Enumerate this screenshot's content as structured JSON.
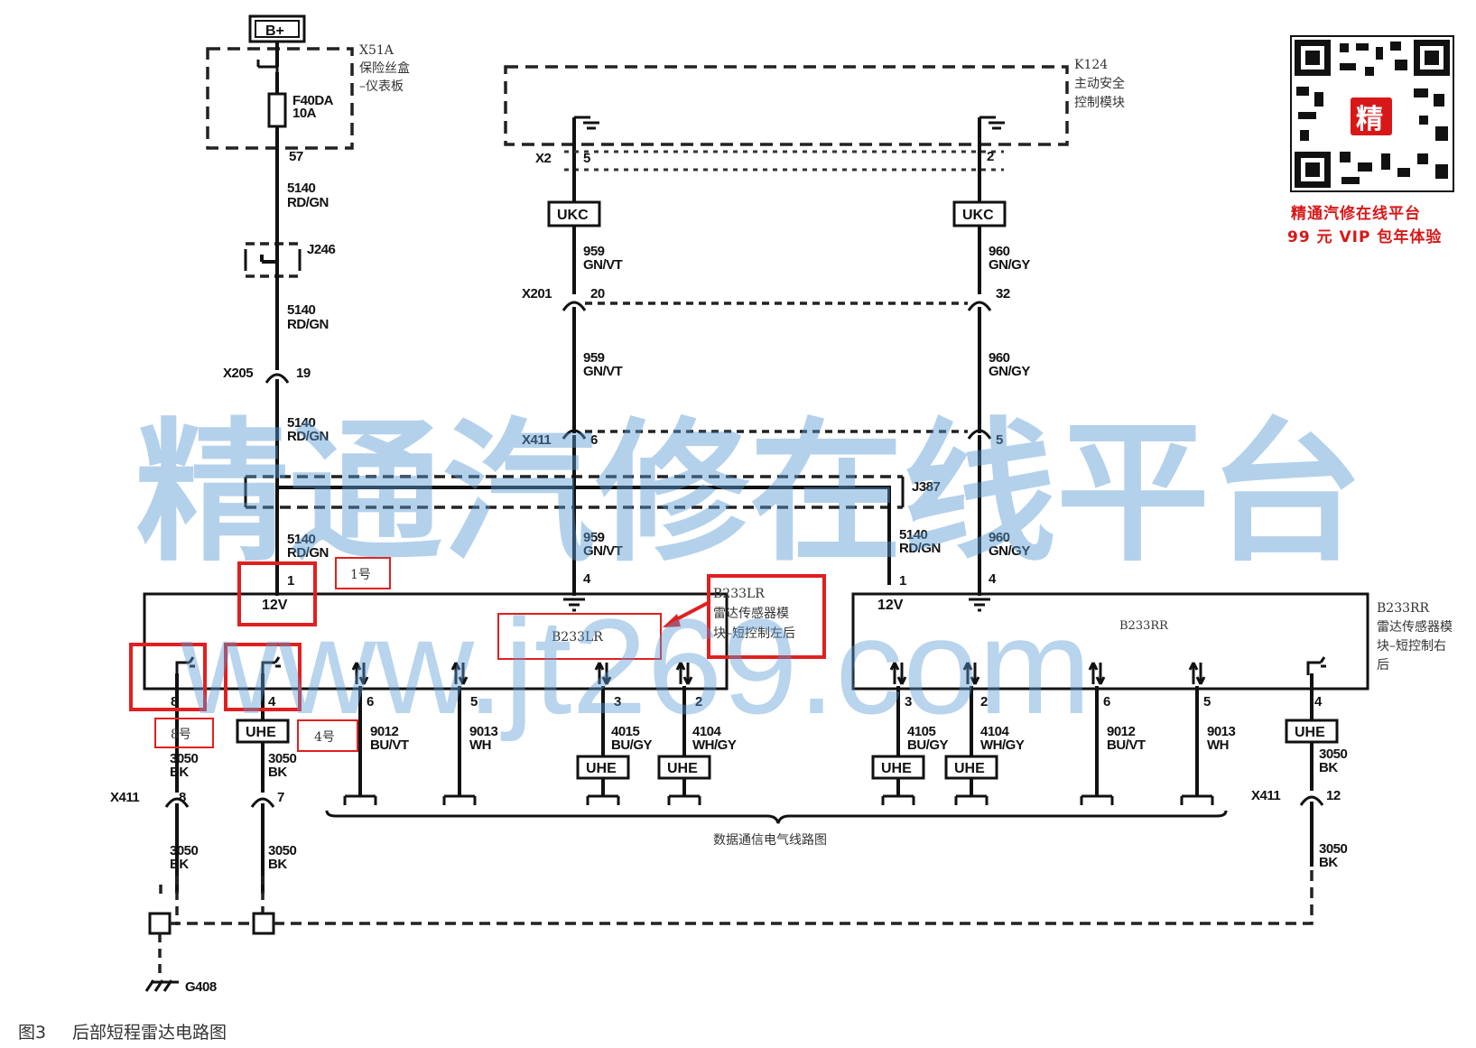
{
  "power": {
    "label": "B+"
  },
  "fuse_box": {
    "id": "X51A",
    "name_line1": "保险丝盒",
    "name_line2": "–仪表板",
    "fuse_id": "F40DA",
    "fuse_rating": "10A",
    "pin": "57"
  },
  "module_k124": {
    "id": "K124",
    "name_line1": "主动安全",
    "name_line2": "控制模块",
    "connector": "X2",
    "pin_left": "5",
    "pin_right": "2"
  },
  "wires": {
    "w5140_num": "5140",
    "w5140_color": "RD/GN",
    "w959_num": "959",
    "w959_color": "GN/VT",
    "w960_num": "960",
    "w960_color": "GN/GY",
    "w3050_num": "3050",
    "w3050_color": "BK",
    "w9012_num": "9012",
    "w9012_color": "BU/VT",
    "w9013_num": "9013",
    "w9013_color": "WH",
    "w4015_num": "4015",
    "w4015_color": "BU/GY",
    "w4104_num": "4104",
    "w4104_color": "WH/GY",
    "w4105_num": "4105",
    "w4105_color": "BU/GY"
  },
  "splices": {
    "j246": "J246",
    "j387": "J387"
  },
  "connectors": {
    "x201": "X201",
    "x201_left": "20",
    "x201_right": "32",
    "x205": "X205",
    "x205_pin": "19",
    "x411": "X411",
    "x411_mid_left": "6",
    "x411_mid_right": "5",
    "x411_bl": "8",
    "x411_b2": "7",
    "x411_br": "12"
  },
  "badges": {
    "ukc": "UKC",
    "uhe": "UHE"
  },
  "module_left": {
    "id": "B233LR",
    "voltage": "12V",
    "pin_power": "1",
    "pin_ground": "4",
    "pins": {
      "p8": "8",
      "p4": "4",
      "p6": "6",
      "p5": "5",
      "p3": "3",
      "p2": "2"
    },
    "note_line1": "B233LR",
    "note_line2": "雷达传感器模",
    "note_line3": "块–短控制左后"
  },
  "module_right": {
    "id": "B233RR",
    "voltage": "12V",
    "pin_power": "1",
    "pin_ground": "4",
    "pins": {
      "p3": "3",
      "p2": "2",
      "p6": "6",
      "p5": "5",
      "p4": "4"
    },
    "name_line1": "B233RR",
    "name_line2": "雷达传感器模",
    "name_line3": "块–短控制右",
    "name_line4": "后"
  },
  "callouts": {
    "c1": "1号",
    "c8": "8号",
    "c4": "4号"
  },
  "data_comm": "数据通信电气线路图",
  "ground": "G408",
  "caption": {
    "num": "图3",
    "text": "后部短程雷达电路图"
  },
  "promo": {
    "line1": "精通汽修在线平台",
    "line2": "99 元 VIP 包年体验",
    "qr_char": "精"
  },
  "watermark": {
    "line1": "精通汽修在线平台",
    "line2": "www.jt269.com"
  }
}
